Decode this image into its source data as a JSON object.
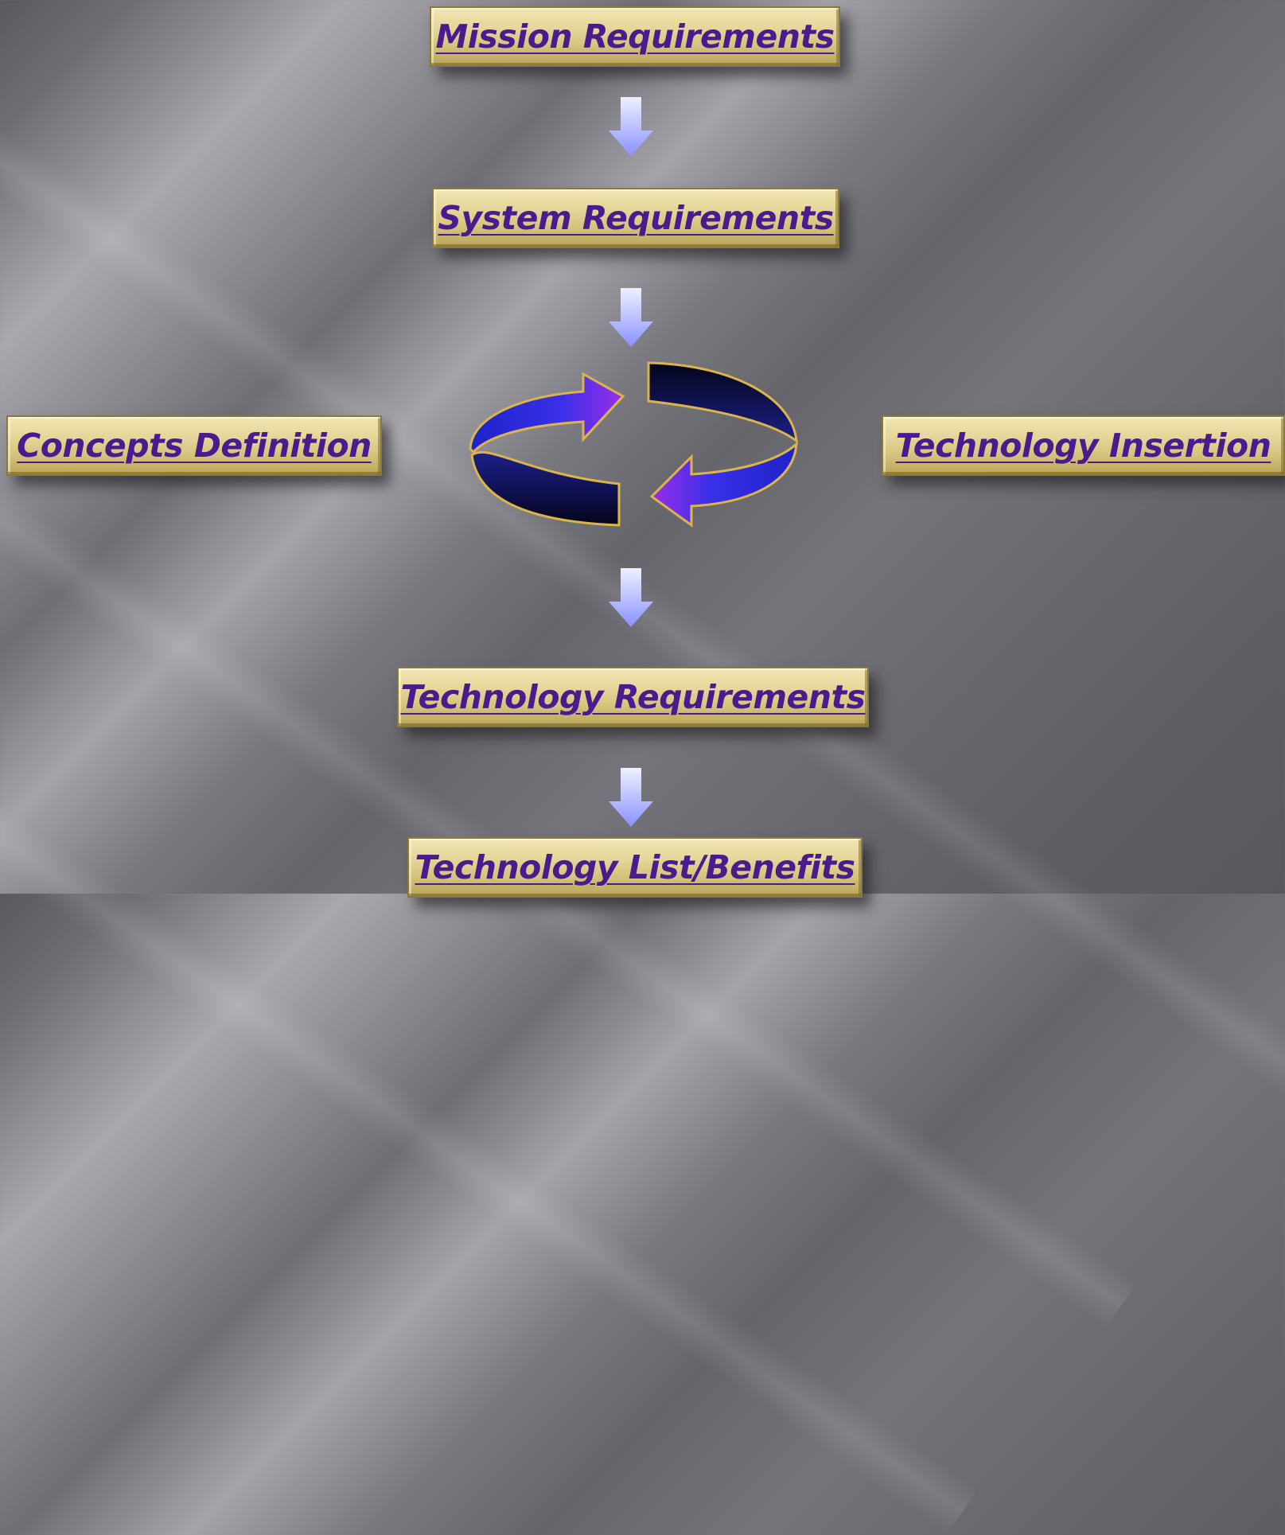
{
  "diagram": {
    "boxes": {
      "mission": "Mission Requirements ",
      "system": "System Requirements ",
      "concepts": "Concepts Definition ",
      "insertion": "Technology Insertion ",
      "tech_req": "Technology Requirements",
      "tech_list": "Technology List/Benefits "
    },
    "colors": {
      "label_text": "#4a1b8c",
      "box_gold": "#e5d69a",
      "arrow_lavender": "#9fa6ff",
      "cycle_blue": "#2a2fd6",
      "cycle_purple": "#8a2be2",
      "cycle_navy": "#0c0a2e",
      "cycle_rim": "#d9b54a"
    },
    "icons": [
      "down-arrow-icon",
      "cycle-arrows-icon"
    ]
  }
}
